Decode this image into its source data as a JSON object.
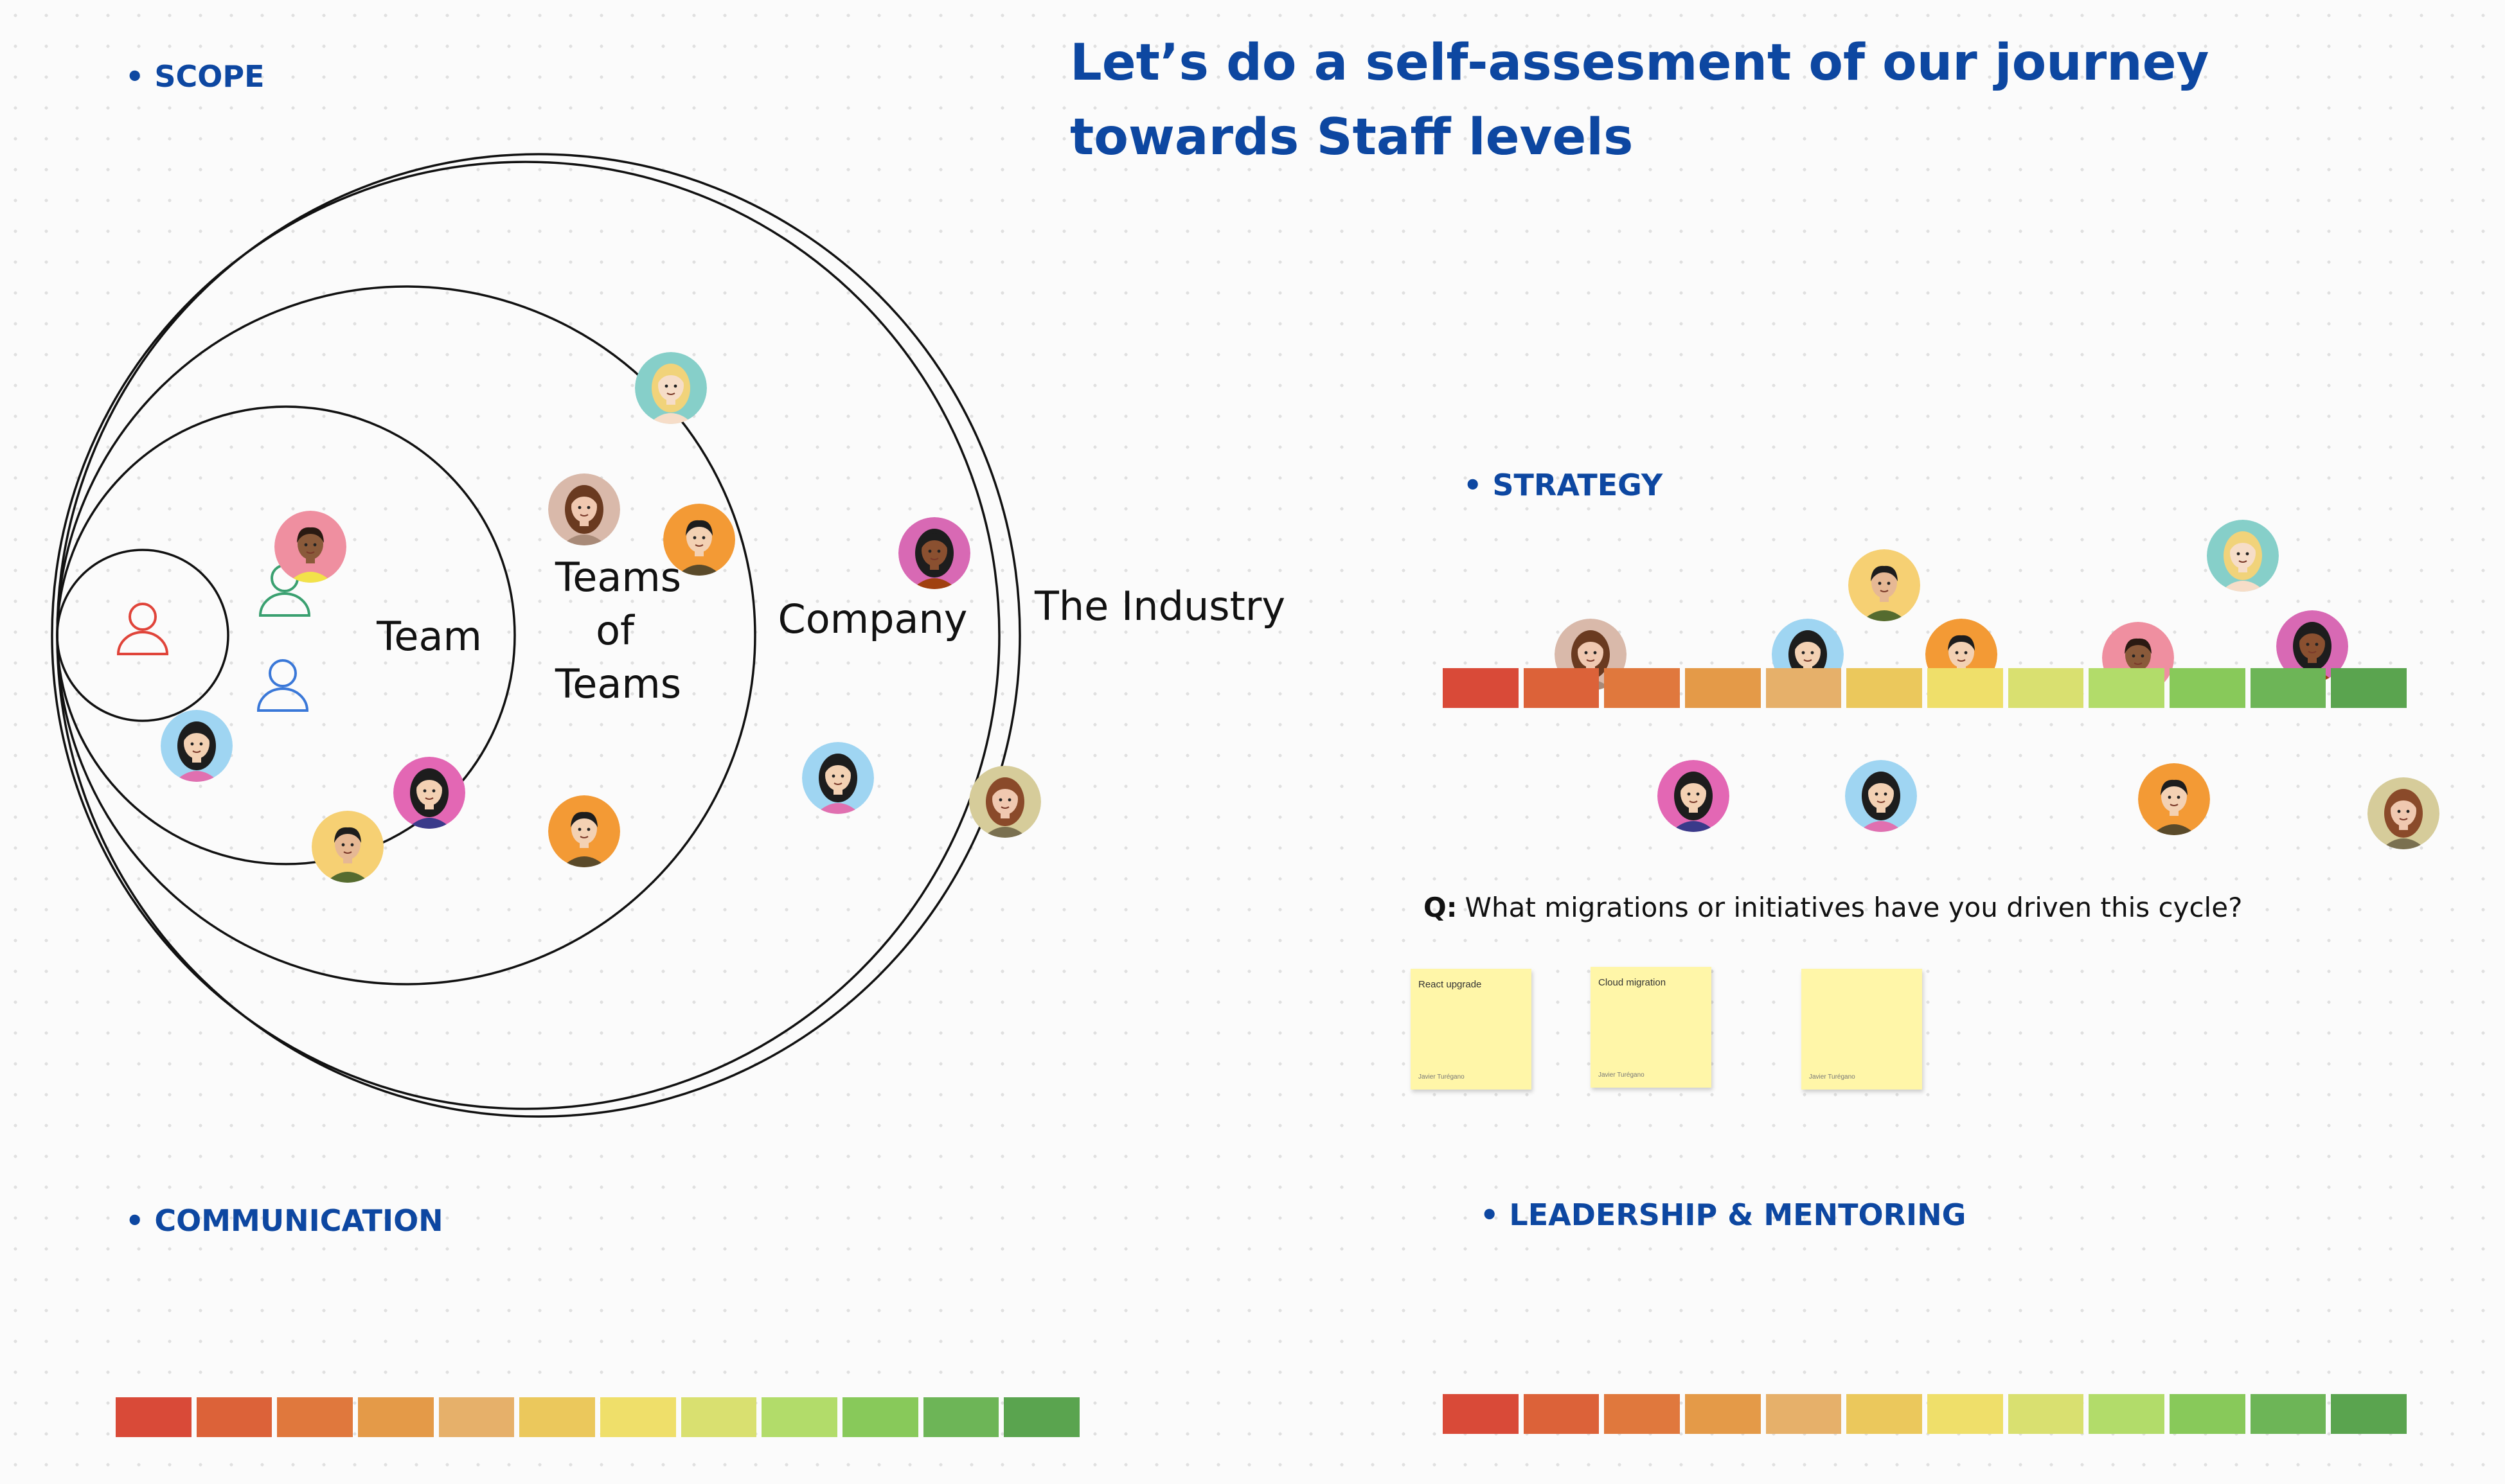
{
  "board": {
    "title": "Let’s do a self-assesment of our journey towards Staff levels",
    "bullet": "•",
    "sections": {
      "scope": "SCOPE",
      "strategy": "STRATEGY",
      "communication": "COMMUNICATION",
      "leadership": "LEADERSHIP & MENTORING"
    }
  },
  "scope_diagram": {
    "labels": {
      "team": "Team",
      "teams_line1": "Teams",
      "teams_line2": "of",
      "teams_line3": "Teams",
      "company": "Company",
      "industry": "The Industry"
    }
  },
  "strategy": {
    "question_prefix": "Q:",
    "question": "What migrations or initiatives have you driven this cycle?",
    "notes": [
      {
        "text": "React upgrade",
        "author": "Javier Turégano"
      },
      {
        "text": "Cloud migration",
        "author": "Javier Turégano"
      },
      {
        "text": "",
        "author": "Javier Turégano"
      }
    ]
  },
  "colors": {
    "heading": "#0d47a1",
    "scale": [
      "#d94a38",
      "#dc6239",
      "#e0783d",
      "#e49a48",
      "#e6b06a",
      "#ebc85c",
      "#efdf6a",
      "#d9e070",
      "#b2dc6a",
      "#88c95a",
      "#6db557",
      "#5aa44f"
    ]
  },
  "avatar_palette": {
    "pink-man-icon": {
      "bg": "#ef8fa0",
      "hair": "#2a1a12",
      "skin": "#8a5a3a",
      "shirt": "#f2e24a"
    },
    "blue-woman-icon": {
      "bg": "#9fd5f2",
      "hair": "#1d1d1d",
      "skin": "#f3d1b3",
      "shirt": "#e070b0"
    },
    "orange-man-icon": {
      "bg": "#f39a35",
      "hair": "#1d1d1d",
      "skin": "#f3d1b3",
      "shirt": "#5a4a2a"
    },
    "yellow-man-icon": {
      "bg": "#f6d073",
      "hair": "#1d1d1d",
      "skin": "#e6b894",
      "shirt": "#556b2f"
    },
    "magenta-woman-icon": {
      "bg": "#e367b4",
      "hair": "#1d1d1d",
      "skin": "#f3d1b3",
      "shirt": "#3a3a8a"
    },
    "tan-woman-icon": {
      "bg": "#d9b9aa",
      "hair": "#6a3a20",
      "skin": "#f0c8b0",
      "shirt": "#a88a78"
    },
    "teal-woman-icon": {
      "bg": "#86cfc9",
      "hair": "#f1d37a",
      "skin": "#f6ddc8",
      "shirt": "#f6ddc8"
    },
    "purple-woman-icon": {
      "bg": "#d869b4",
      "hair": "#1d1d1d",
      "skin": "#8a5030",
      "shirt": "#a04010"
    },
    "khaki-woman-icon": {
      "bg": "#d6cc9a",
      "hair": "#8a4a2a",
      "skin": "#f0c8b0",
      "shirt": "#7a7050"
    }
  }
}
